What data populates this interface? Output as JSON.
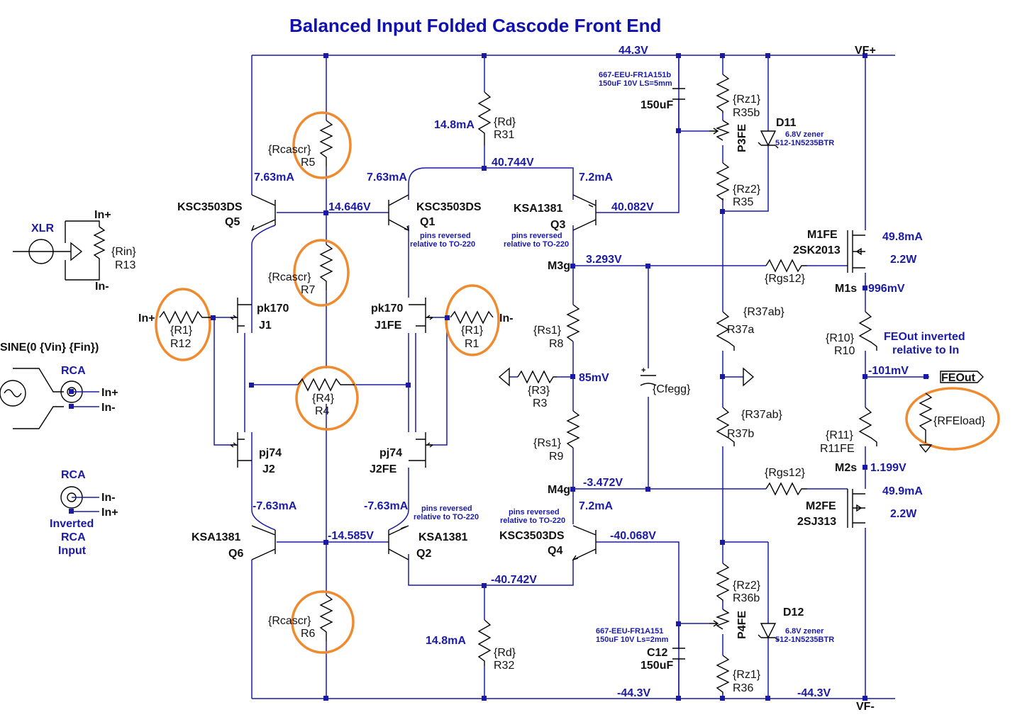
{
  "title": "Balanced Input Folded Cascode Front End",
  "colors": {
    "wire": "#1a1aa6",
    "highlight": "#ef8a2e",
    "text": "#111111"
  },
  "rails": {
    "pos": "44.3V",
    "neg_a": "-44.3V",
    "neg_b": "-44.3V",
    "vfp": "VF+",
    "vfm": "VF-"
  },
  "input": {
    "xlr": "XLR",
    "in_plus_a": "In+",
    "in_minus_a": "In-",
    "rin": "{Rin}",
    "r13": "R13",
    "sine": "SINE(0 {Vin} {Fin})",
    "rca": "RCA",
    "in_plus_b": "In+",
    "in_minus_b": "In-",
    "rca2": "RCA",
    "in_minus_c": "In-",
    "in_plus_c": "In+",
    "inv1": "Inverted",
    "inv2": "RCA",
    "inv3": "Input"
  },
  "left": {
    "q5_type": "KSC3503DS",
    "q5": "Q5",
    "i_q5": "7.63mA",
    "rcascr5": "{Rcascr}",
    "r5": "R5",
    "rcascr7": "{Rcascr}",
    "r7": "R7",
    "v_top": "14.646V",
    "in_plus": "In+",
    "r1a": "{R1}",
    "r12": "R12",
    "j1_type": "pk170",
    "j1": "J1",
    "r4a": "{R4}",
    "r4": "R4",
    "j2_type": "pj74",
    "j2": "J2",
    "i_q6": "-7.63mA",
    "q6_type": "KSA1381",
    "q6": "Q6",
    "v_bot": "-14.585V",
    "rcascr6": "{Rcascr}",
    "r6": "R6"
  },
  "mid": {
    "rd31": "{Rd}",
    "r31": "R31",
    "i_rd31": "14.8mA",
    "v_top": "40.744V",
    "i_q1": "7.63mA",
    "q1_type": "KSC3503DS",
    "q1": "Q1",
    "rev1": "pins reversed",
    "rev1b": "relative to TO-220",
    "j1fe_type": "pk170",
    "j1fe": "J1FE",
    "r1b": "{R1}",
    "r1": "R1",
    "in_minus": "In-",
    "j2fe_type": "pj74",
    "j2fe": "J2FE",
    "i_q2": "-7.63mA",
    "rev2": "pins reversed",
    "rev2b": "relative to TO-220",
    "q2_type": "KSA1381",
    "q2": "Q2",
    "v_bot": "-40.742V",
    "i_rd32": "14.8mA",
    "rd32": "{Rd}",
    "r32": "R32"
  },
  "right": {
    "q3_type": "KSA1381",
    "q3": "Q3",
    "i_q3": "7.2mA",
    "rev3": "pins reversed",
    "rev3b": "relative to TO-220",
    "v_q3": "40.082V",
    "m3g": "M3g",
    "v_m3g": "3.293V",
    "rs1a": "{Rs1}",
    "r8": "R8",
    "r3a": "{R3}",
    "r3": "R3",
    "v_mid": "85mV",
    "cfegg": "{Cfegg}",
    "rs1b": "{Rs1}",
    "r9": "R9",
    "m4g": "M4g",
    "v_m4g": "-3.472V",
    "i_q4": "7.2mA",
    "rev4": "pins reversed",
    "rev4b": "relative to TO-220",
    "q4_type": "KSC3503DS",
    "q4": "Q4",
    "v_q4": "-40.068V",
    "c_top_part": "667-EEU-FR1A151b",
    "c_top_spec": "150uF 10V LS=5mm",
    "c_top_val": "150uF",
    "rz1a": "{Rz1}",
    "r35b": "R35b",
    "p3fe": "P3FE",
    "rz2a": "{Rz2}",
    "r35": "R35",
    "d11": "D11",
    "zener1": "6.8V zener",
    "zener1p": "512-1N5235BTR",
    "r37ab_a": "{R37ab}",
    "r37a": "R37a",
    "r37ab_b": "{R37ab}",
    "r37b": "R37b",
    "c_bot_part": "667-EEU-FR1A151",
    "c_bot_spec": "150uF 10V Ls=2mm",
    "c12": "C12",
    "c_bot_val": "150uF",
    "rz2b": "{Rz2}",
    "r36b": "R36b",
    "p4fe": "P4FE",
    "rz1b": "{Rz1}",
    "r36": "R36",
    "d12": "D12",
    "zener2": "6.8V zener",
    "zener2p": "512-1N5235BTR"
  },
  "output": {
    "m1fe": "M1FE",
    "m1_type": "2SK2013",
    "rgs12a": "{Rgs12}",
    "i_m1": "49.8mA",
    "p_m1": "2.2W",
    "m1s": "M1s",
    "v_m1s": "996mV",
    "r10a": "{R10}",
    "r10": "R10",
    "feout_note1": "FEOut inverted",
    "feout_note2": "relative to In",
    "v_out": "-101mV",
    "feout": "FEOut",
    "rfeload": "{RFEload}",
    "r11a": "{R11}",
    "r11fe": "R11FE",
    "m2s": "M2s",
    "v_m2s": "1.199V",
    "rgs12b": "{Rgs12}",
    "m2fe": "M2FE",
    "m2_type": "2SJ313",
    "i_m2": "49.9mA",
    "p_m2": "2.2W"
  }
}
